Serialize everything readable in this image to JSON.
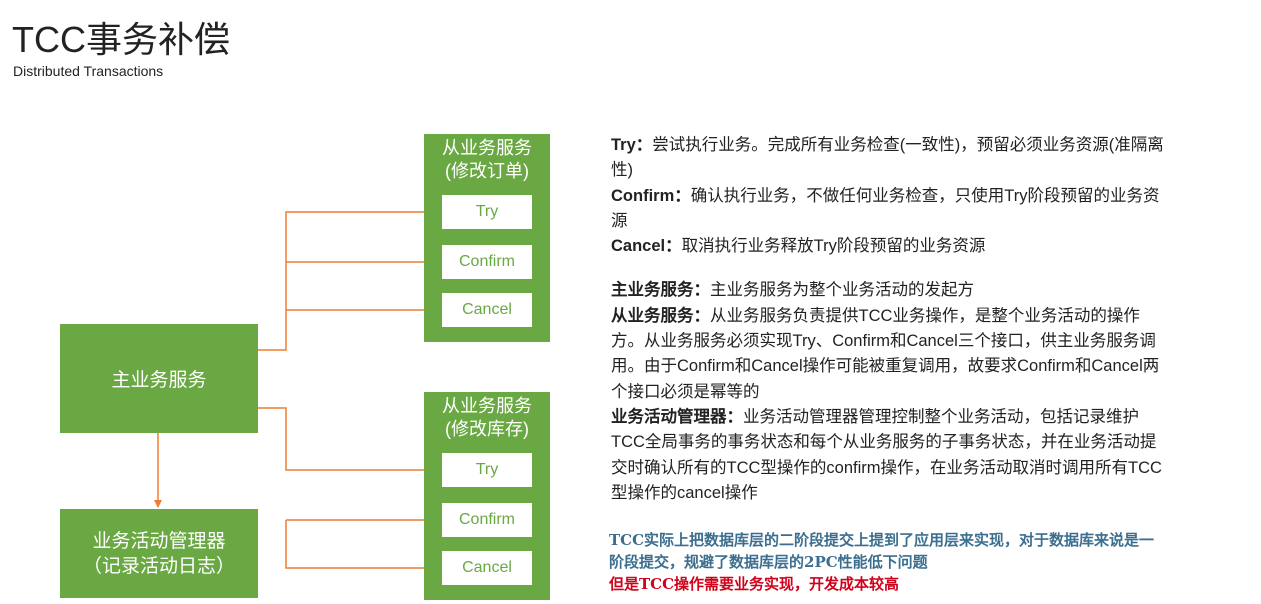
{
  "title": "TCC事务补偿",
  "subtitle": "Distributed Transactions",
  "diagram": {
    "main_service": "主业务服务",
    "activity_manager": [
      "业务活动管理器",
      "（记录活动日志）"
    ],
    "sub_service_1": {
      "title": [
        "从业务服务",
        "(修改订单)"
      ],
      "ops": [
        "Try",
        "Confirm",
        "Cancel"
      ]
    },
    "sub_service_2": {
      "title": [
        "从业务服务",
        "(修改库存)"
      ],
      "ops": [
        "Try",
        "Confirm",
        "Cancel"
      ]
    },
    "colors": {
      "box": "#6aa843",
      "arrow": "#ed7d31",
      "note_blue": "#3b6e8f",
      "note_red": "#d0021b"
    }
  },
  "descriptions": {
    "try": {
      "term": "Try：",
      "text": "尝试执行业务。完成所有业务检查(一致性)，预留必须业务资源(准隔离性)"
    },
    "confirm": {
      "term": "Confirm：",
      "text": "确认执行业务，不做任何业务检查，只使用Try阶段预留的业务资源"
    },
    "cancel": {
      "term": "Cancel：",
      "text": "取消执行业务释放Try阶段预留的业务资源"
    },
    "main": {
      "term": "主业务服务：",
      "text": "主业务服务为整个业务活动的发起方"
    },
    "sub": {
      "term": "从业务服务：",
      "text": "从业务服务负责提供TCC业务操作，是整个业务活动的操作方。从业务服务必须实现Try、Confirm和Cancel三个接口，供主业务服务调用。由于Confirm和Cancel操作可能被重复调用，故要求Confirm和Cancel两个接口必须是幂等的"
    },
    "manager": {
      "term": "业务活动管理器：",
      "text": "业务活动管理器管理控制整个业务活动，包括记录维护TCC全局事务的事务状态和每个从业务服务的子事务状态，并在业务活动提交时确认所有的TCC型操作的confirm操作，在业务活动取消时调用所有TCC型操作的cancel操作"
    }
  },
  "note": {
    "blue": "TCC实际上把数据库层的二阶段提交上提到了应用层来实现，对于数据库来说是一阶段提交，规避了数据库层的2PC性能低下问题",
    "red": "但是TCC操作需要业务实现，开发成本较高"
  }
}
